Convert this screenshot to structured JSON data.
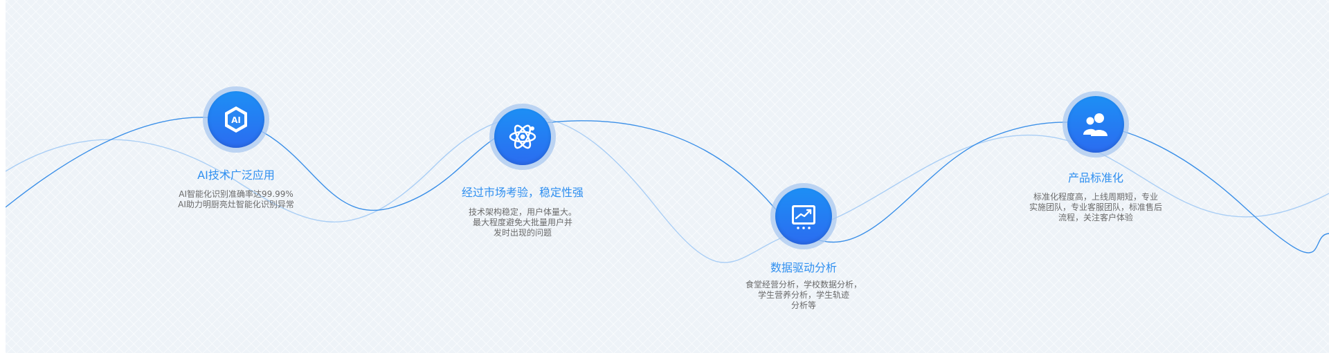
{
  "features": [
    {
      "title": "AI技术广泛应用",
      "lines": [
        "AI智能化识别准确率达99.99%",
        "AI助力明厨亮灶智能化识别异常"
      ],
      "icon": "ai-chip-icon"
    },
    {
      "title": "经过市场考验，稳定性强",
      "lines": [
        "技术架构稳定，用户体量大。",
        "最大程度避免大批量用户并",
        "发时出现的问题"
      ],
      "icon": "atom-icon"
    },
    {
      "title": "数据驱动分析",
      "lines": [
        "食堂经营分析，学校数据分析，",
        "学生营养分析，学生轨迹",
        "分析等"
      ],
      "icon": "data-chart-icon"
    },
    {
      "title": "产品标准化",
      "lines": [
        "标准化程度高，上线周期短，专业",
        "实施团队，专业客服团队，标准售后",
        "流程，关注客户体验"
      ],
      "icon": "users-icon"
    }
  ],
  "colors": {
    "accent": "#2f8ff0",
    "line_dark": "#3a8fe8",
    "line_light": "#8fc0f5",
    "text_gray": "#6a6a6a"
  }
}
